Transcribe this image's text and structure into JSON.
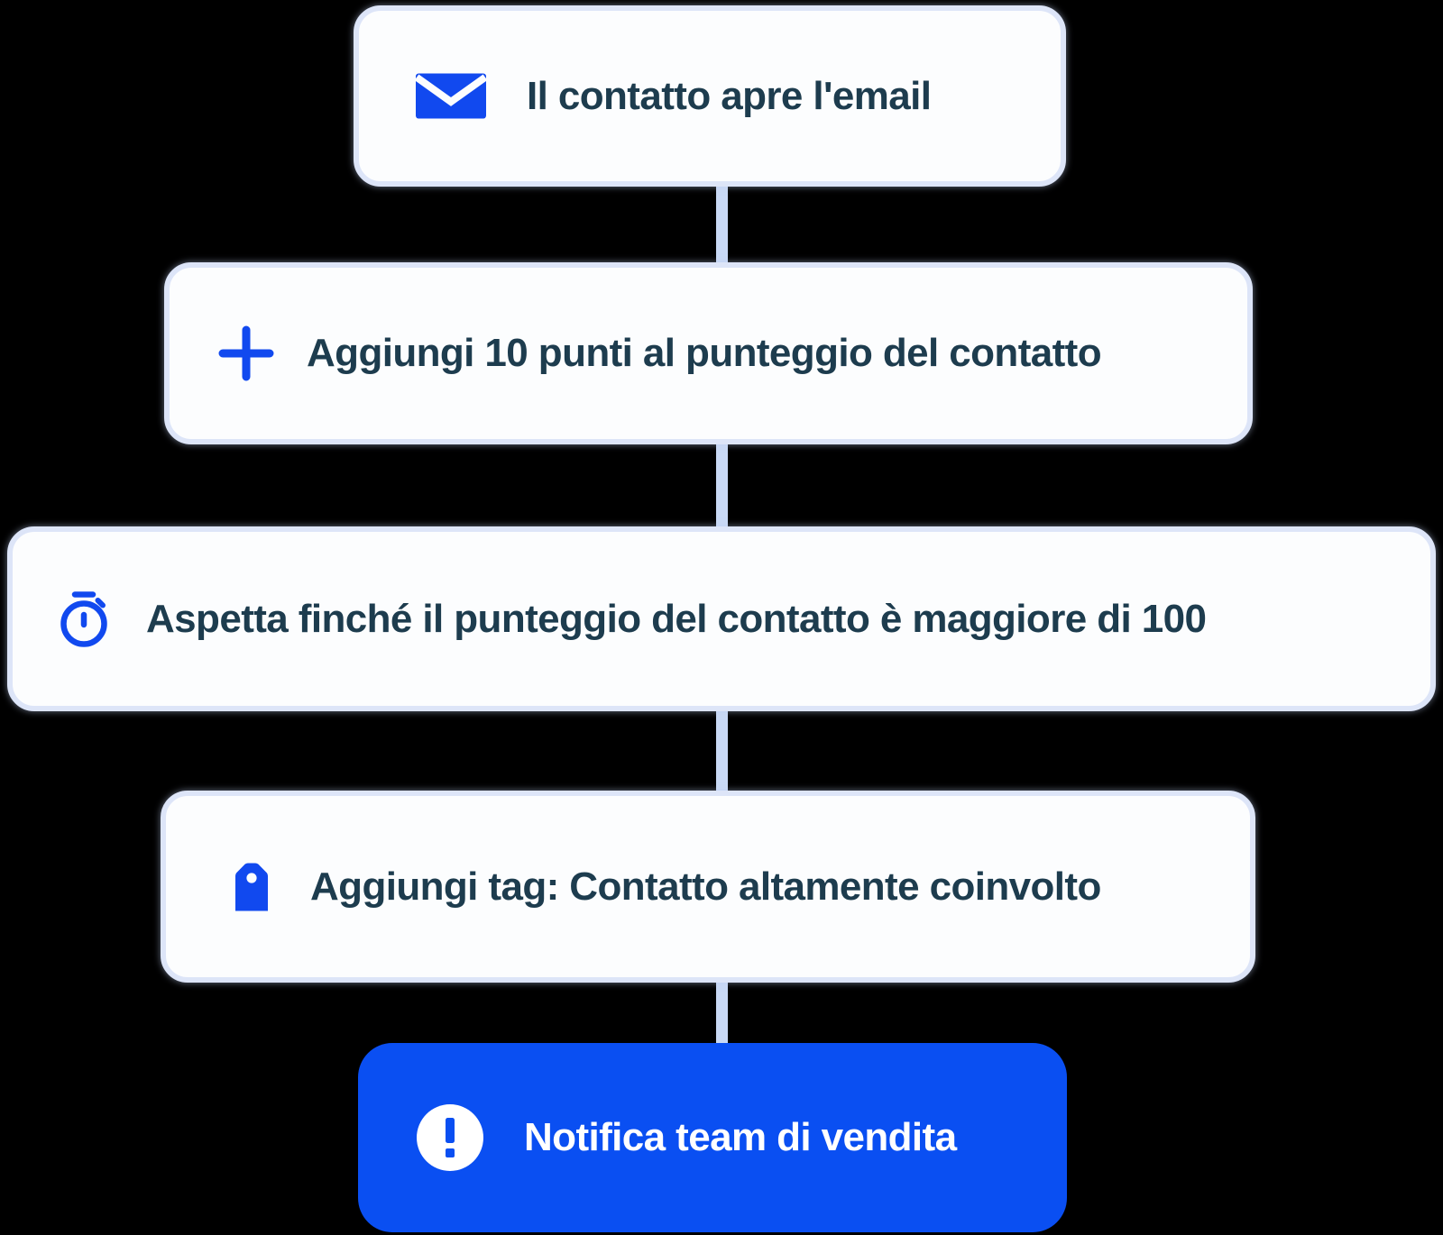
{
  "page": {
    "background": "#000000",
    "description": "Automation workflow diagram, 5 nodes connected by a vertical line"
  },
  "workflow": {
    "nodes": [
      {
        "id": "trigger-email-open",
        "label": "Il contatto apre l'email",
        "icon": "email-icon",
        "variant": "light"
      },
      {
        "id": "action-add-points",
        "label": "Aggiungi 10 punti al punteggio del contatto",
        "icon": "plus-icon",
        "variant": "light"
      },
      {
        "id": "wait-until-score",
        "label": "Aspetta finché il punteggio del contatto è maggiore di 100",
        "icon": "stopwatch-icon",
        "variant": "light"
      },
      {
        "id": "action-add-tag",
        "label": "Aggiungi tag: Contatto altamente coinvolto",
        "icon": "tag-icon",
        "variant": "light"
      },
      {
        "id": "action-notify-sales",
        "label": "Notifica team di vendita",
        "icon": "alert-icon",
        "variant": "primary"
      }
    ],
    "colors": {
      "accent_blue": "#1149EF",
      "primary_node_bg": "#0A4FF2",
      "node_bg": "#FCFDFE",
      "node_border": "#DDE5F8",
      "connector": "#C9D9F5",
      "text_dark": "#1D3C4E",
      "text_on_primary": "#FFFFFF"
    }
  }
}
